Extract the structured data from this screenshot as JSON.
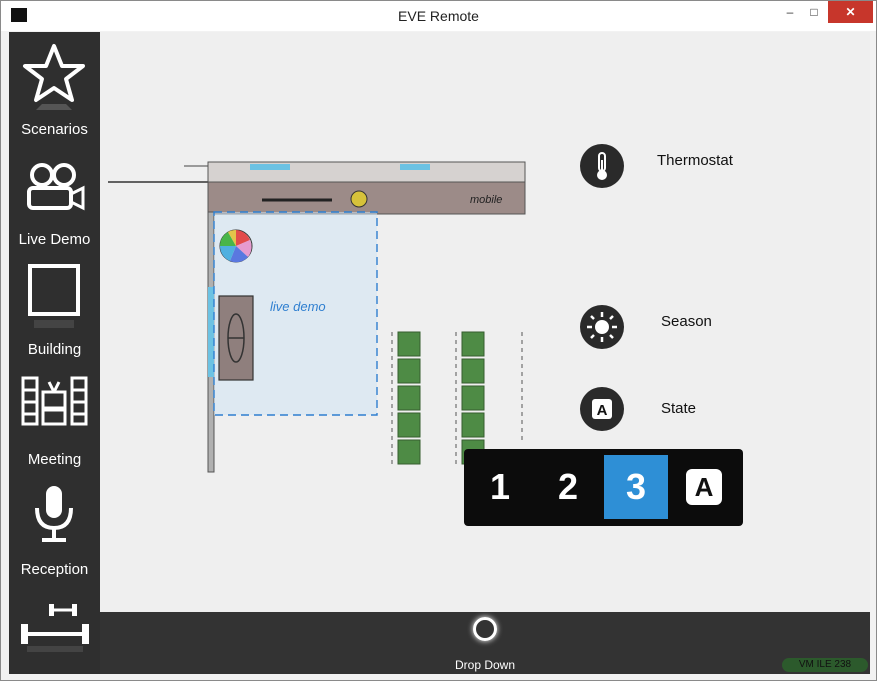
{
  "window": {
    "title": "EVE Remote",
    "minimize": "‒",
    "maximize": "□",
    "close": "✕"
  },
  "sidebar": {
    "items": [
      {
        "label": "Scenarios",
        "icon": "star-icon"
      },
      {
        "label": "Live Demo",
        "icon": "camera-icon"
      },
      {
        "label": "Building",
        "icon": "building-square-icon"
      },
      {
        "label": "Meeting",
        "icon": "meeting-tv-icon"
      },
      {
        "label": "Reception",
        "icon": "microphone-icon"
      },
      {
        "label": "",
        "icon": "dumbbell-icon"
      }
    ]
  },
  "floorplan": {
    "room_label": "live demo",
    "area_label": "mobile"
  },
  "controls": {
    "thermostat": {
      "label": "Thermostat",
      "icon": "thermometer-icon"
    },
    "season": {
      "label": "Season",
      "icon": "sun-icon"
    },
    "state": {
      "label": "State",
      "icon": "auto-a-icon"
    }
  },
  "state_selector": {
    "options": [
      "1",
      "2",
      "3",
      "A"
    ],
    "selected": "3",
    "accent": "#2e8fd6"
  },
  "bottombar": {
    "dropdown_label": "Drop Down",
    "status_badge": "VM ILE 238"
  }
}
